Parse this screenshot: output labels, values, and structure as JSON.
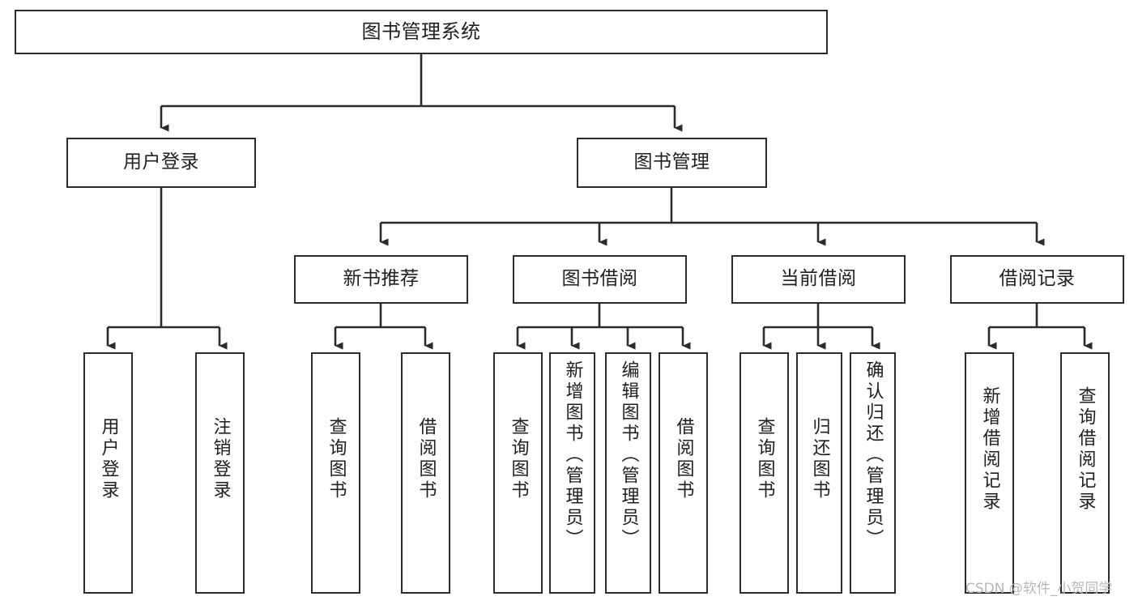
{
  "diagram": {
    "title": "图书管理系统",
    "type": "tree-structure-chart",
    "watermark": "CSDN @软件_小贺同学",
    "line_color": "#2b2b2b",
    "box_fill": "#ffffff",
    "text_color": "#1f1f1f"
  },
  "nodes": {
    "root": {
      "label": "图书管理系统"
    },
    "level2": [
      {
        "label": "用户登录"
      },
      {
        "label": "图书管理"
      }
    ],
    "level3": [
      {
        "label": "新书推荐"
      },
      {
        "label": "图书借阅"
      },
      {
        "label": "当前借阅"
      },
      {
        "label": "借阅记录"
      }
    ],
    "leaves": {
      "user_login": [
        {
          "label": "用户登录"
        },
        {
          "label": "注销登录"
        }
      ],
      "new_book": [
        {
          "label": "查询图书"
        },
        {
          "label": "借阅图书"
        }
      ],
      "book_borrow": [
        {
          "label": "查询图书"
        },
        {
          "label": "新增图书（管理员）"
        },
        {
          "label": "编辑图书（管理员）"
        },
        {
          "label": "借阅图书"
        }
      ],
      "current_borrow": [
        {
          "label": "查询图书"
        },
        {
          "label": "归还图书"
        },
        {
          "label": "确认归还（管理员）"
        }
      ],
      "borrow_record": [
        {
          "label": "新增借阅记录"
        },
        {
          "label": "查询借阅记录"
        }
      ]
    }
  }
}
